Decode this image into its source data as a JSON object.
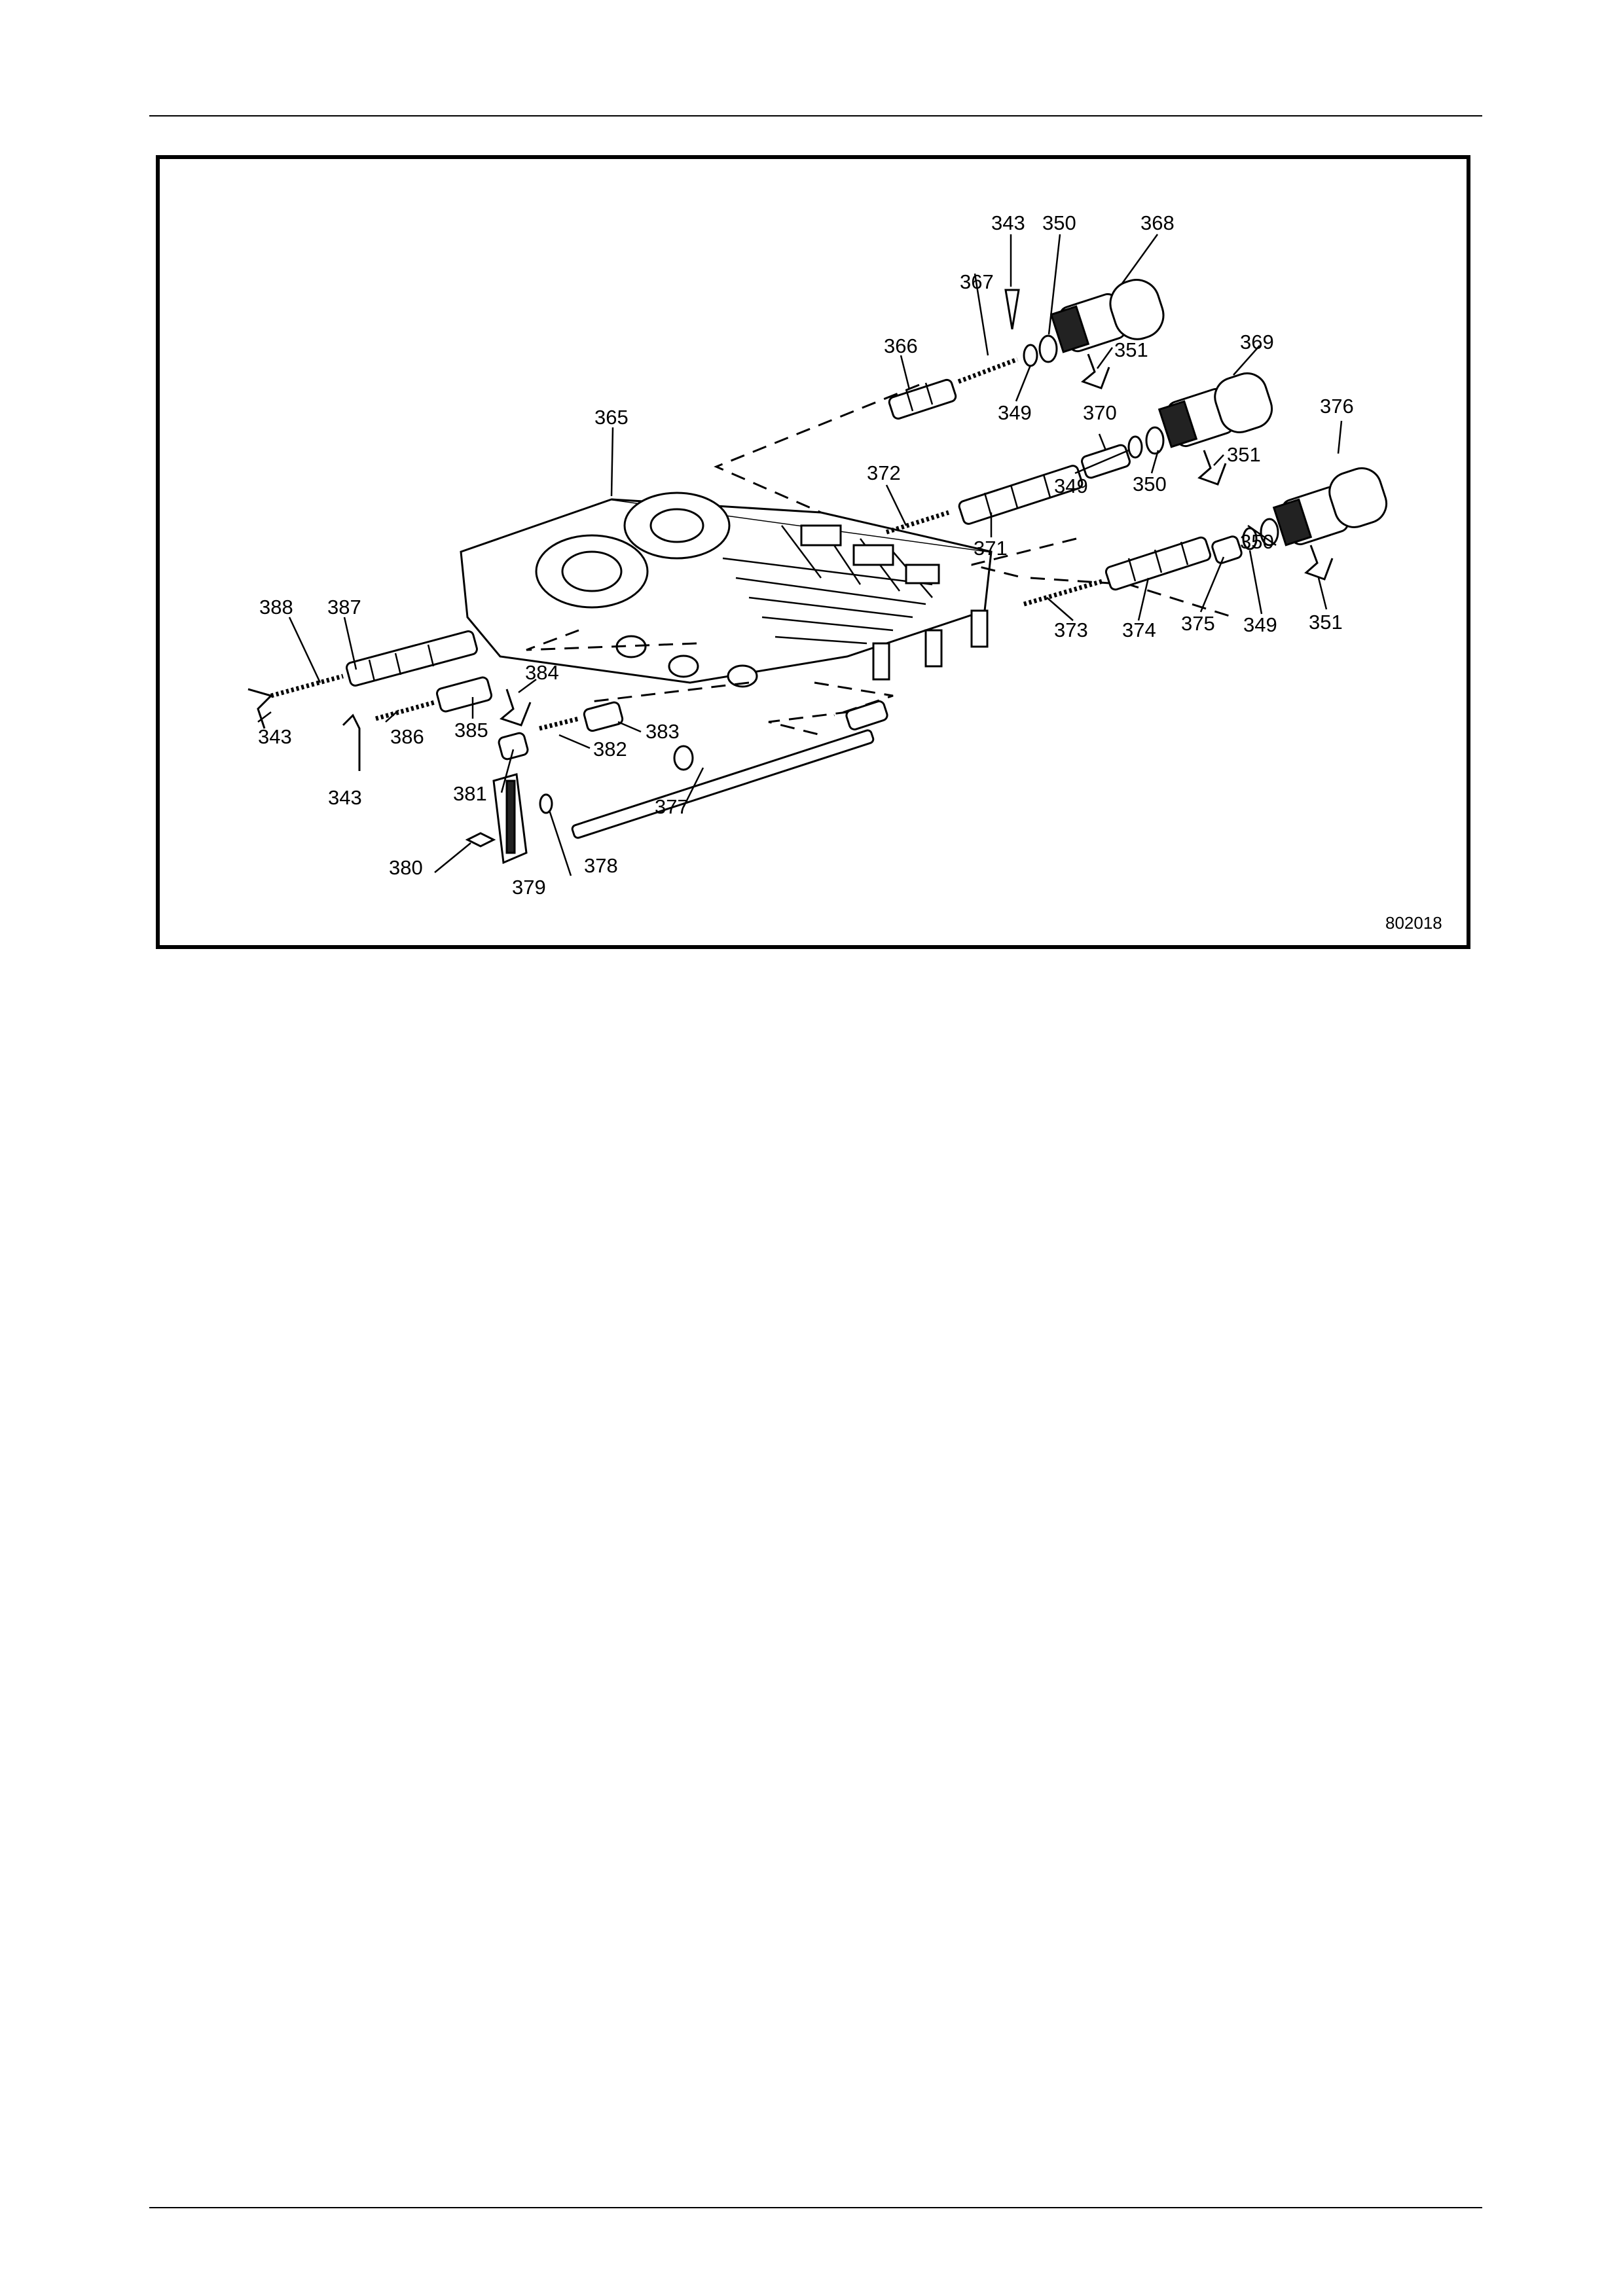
{
  "diagram": {
    "figure_id": "802018",
    "callouts": {
      "c343a": "343",
      "c350a": "350",
      "c368": "368",
      "c367": "367",
      "c366": "366",
      "c351a": "351",
      "c369": "369",
      "c349a": "349",
      "c370": "370",
      "c365": "365",
      "c376": "376",
      "c351b": "351",
      "c372": "372",
      "c349b": "349",
      "c350b": "350",
      "c371": "371",
      "c350c": "350",
      "c388": "388",
      "c387": "387",
      "c373": "373",
      "c374": "374",
      "c375": "375",
      "c349c": "349",
      "c351c": "351",
      "c384": "384",
      "c343b": "343",
      "c386": "386",
      "c385": "385",
      "c383": "383",
      "c382": "382",
      "c343c": "343",
      "c381": "381",
      "c377": "377",
      "c380": "380",
      "c379": "379",
      "c378": "378"
    }
  }
}
